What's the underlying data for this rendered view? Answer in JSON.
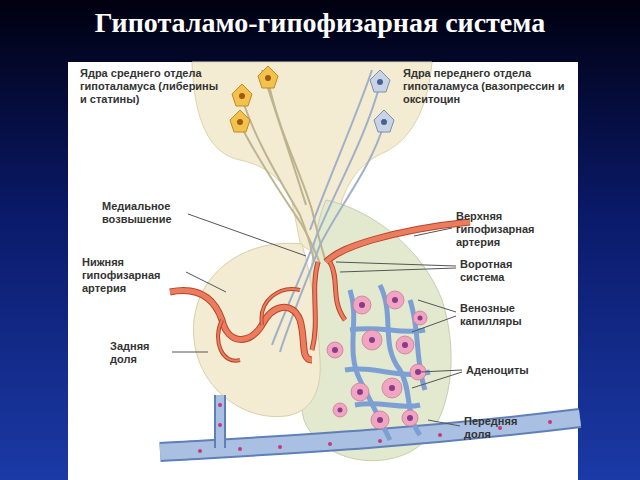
{
  "diagram": {
    "title": "Гипоталамо-гипофизарная система",
    "labels": [
      "Ядра среднего отдела гипоталамуса (либерины и статины)",
      "Ядра переднего отдела гипоталамуса (вазопрессин и окситоцин",
      "Медиальное возвышение",
      "Нижняя гипофизарная артерия",
      "Задняя доля",
      "Верхняя гипофизарная артерия",
      "Воротная система",
      "Венозные капилляры",
      "Аденоциты",
      "Передняя доля"
    ]
  }
}
